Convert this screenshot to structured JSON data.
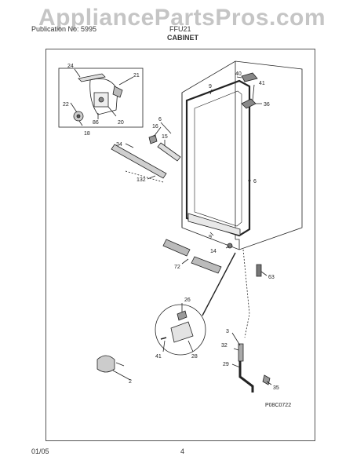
{
  "watermark": "AppliancePartsPros.com",
  "header": {
    "left": "Publication No: 5995",
    "right": "FFU21",
    "section": "CABINET"
  },
  "diagram": {
    "labels": {
      "l24": "24",
      "l21": "21",
      "l22": "22",
      "l86": "86",
      "l20": "20",
      "l18": "18",
      "l40": "40",
      "l41a": "41",
      "l36": "36",
      "l9a": "9",
      "l6a": "6",
      "l16": "16",
      "l15": "15",
      "l34": "34",
      "l132": "132",
      "l6b": "6",
      "l9b": "9",
      "l14": "14",
      "l72": "72",
      "l63": "63",
      "l26": "26",
      "l41b": "41",
      "l28": "28",
      "l3": "3",
      "l32": "32",
      "l29": "29",
      "l35": "35",
      "l2": "2"
    },
    "code": "P08C0722"
  },
  "footer": {
    "date": "01/05",
    "page": "4"
  }
}
